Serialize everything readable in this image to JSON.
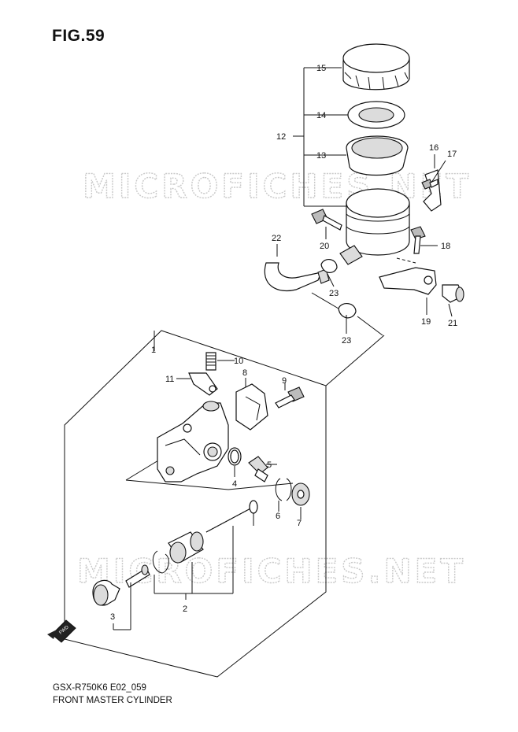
{
  "figure_title": "FIG.59",
  "watermark": "MICROFICHES.NET",
  "model_code": "GSX-R750K6 E02_059",
  "diagram_title": "FRONT MASTER CYLINDER",
  "fwd_label": "FWD",
  "callouts": [
    {
      "id": "1",
      "text": "1"
    },
    {
      "id": "2",
      "text": "2"
    },
    {
      "id": "3",
      "text": "3"
    },
    {
      "id": "4",
      "text": "4"
    },
    {
      "id": "5",
      "text": "5"
    },
    {
      "id": "6",
      "text": "6"
    },
    {
      "id": "7",
      "text": "7"
    },
    {
      "id": "8",
      "text": "8"
    },
    {
      "id": "9",
      "text": "9"
    },
    {
      "id": "10",
      "text": "10"
    },
    {
      "id": "11",
      "text": "11"
    },
    {
      "id": "12",
      "text": "12"
    },
    {
      "id": "13",
      "text": "13"
    },
    {
      "id": "14",
      "text": "14"
    },
    {
      "id": "15",
      "text": "15"
    },
    {
      "id": "16",
      "text": "16"
    },
    {
      "id": "17",
      "text": "17"
    },
    {
      "id": "18",
      "text": "18"
    },
    {
      "id": "19",
      "text": "19"
    },
    {
      "id": "20",
      "text": "20"
    },
    {
      "id": "21",
      "text": "21"
    },
    {
      "id": "22",
      "text": "22"
    },
    {
      "id": "23a",
      "text": "23"
    },
    {
      "id": "23b",
      "text": "23"
    }
  ]
}
